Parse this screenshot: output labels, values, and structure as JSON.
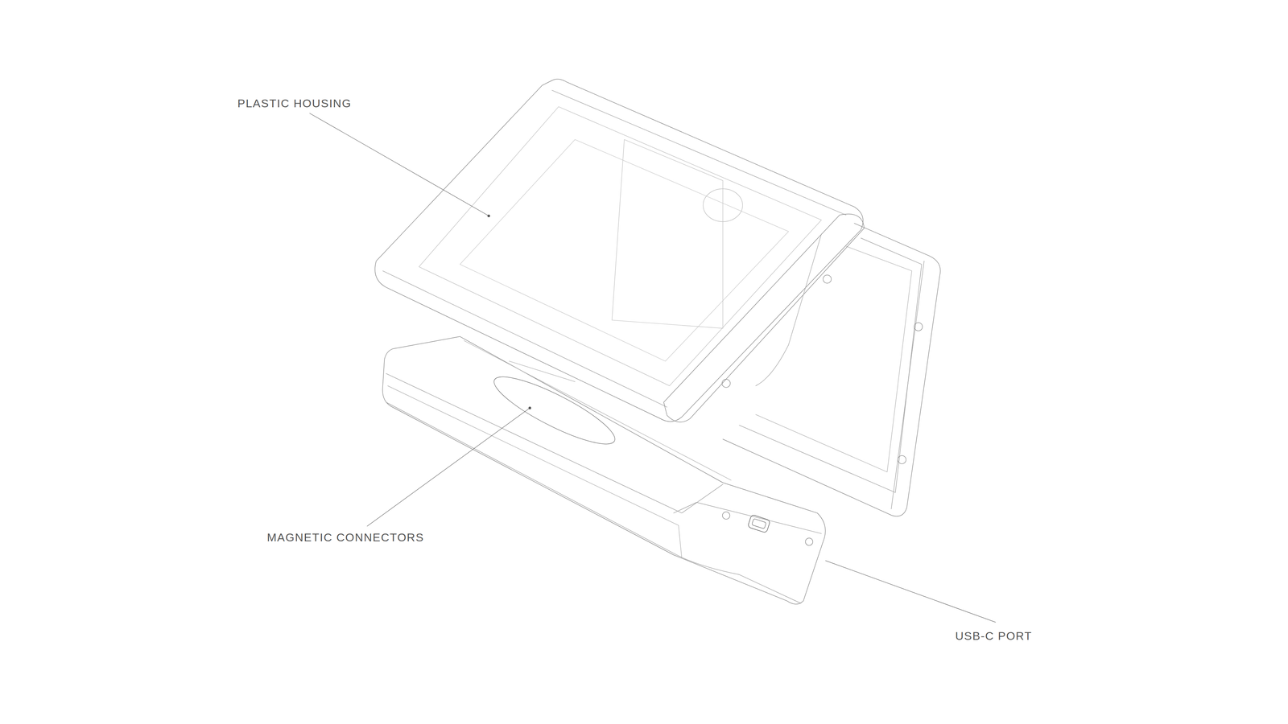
{
  "diagram": {
    "labels": [
      "PLASTIC HOUSING",
      "MAGNETIC CONNECTORS",
      "USB-C PORT"
    ]
  }
}
